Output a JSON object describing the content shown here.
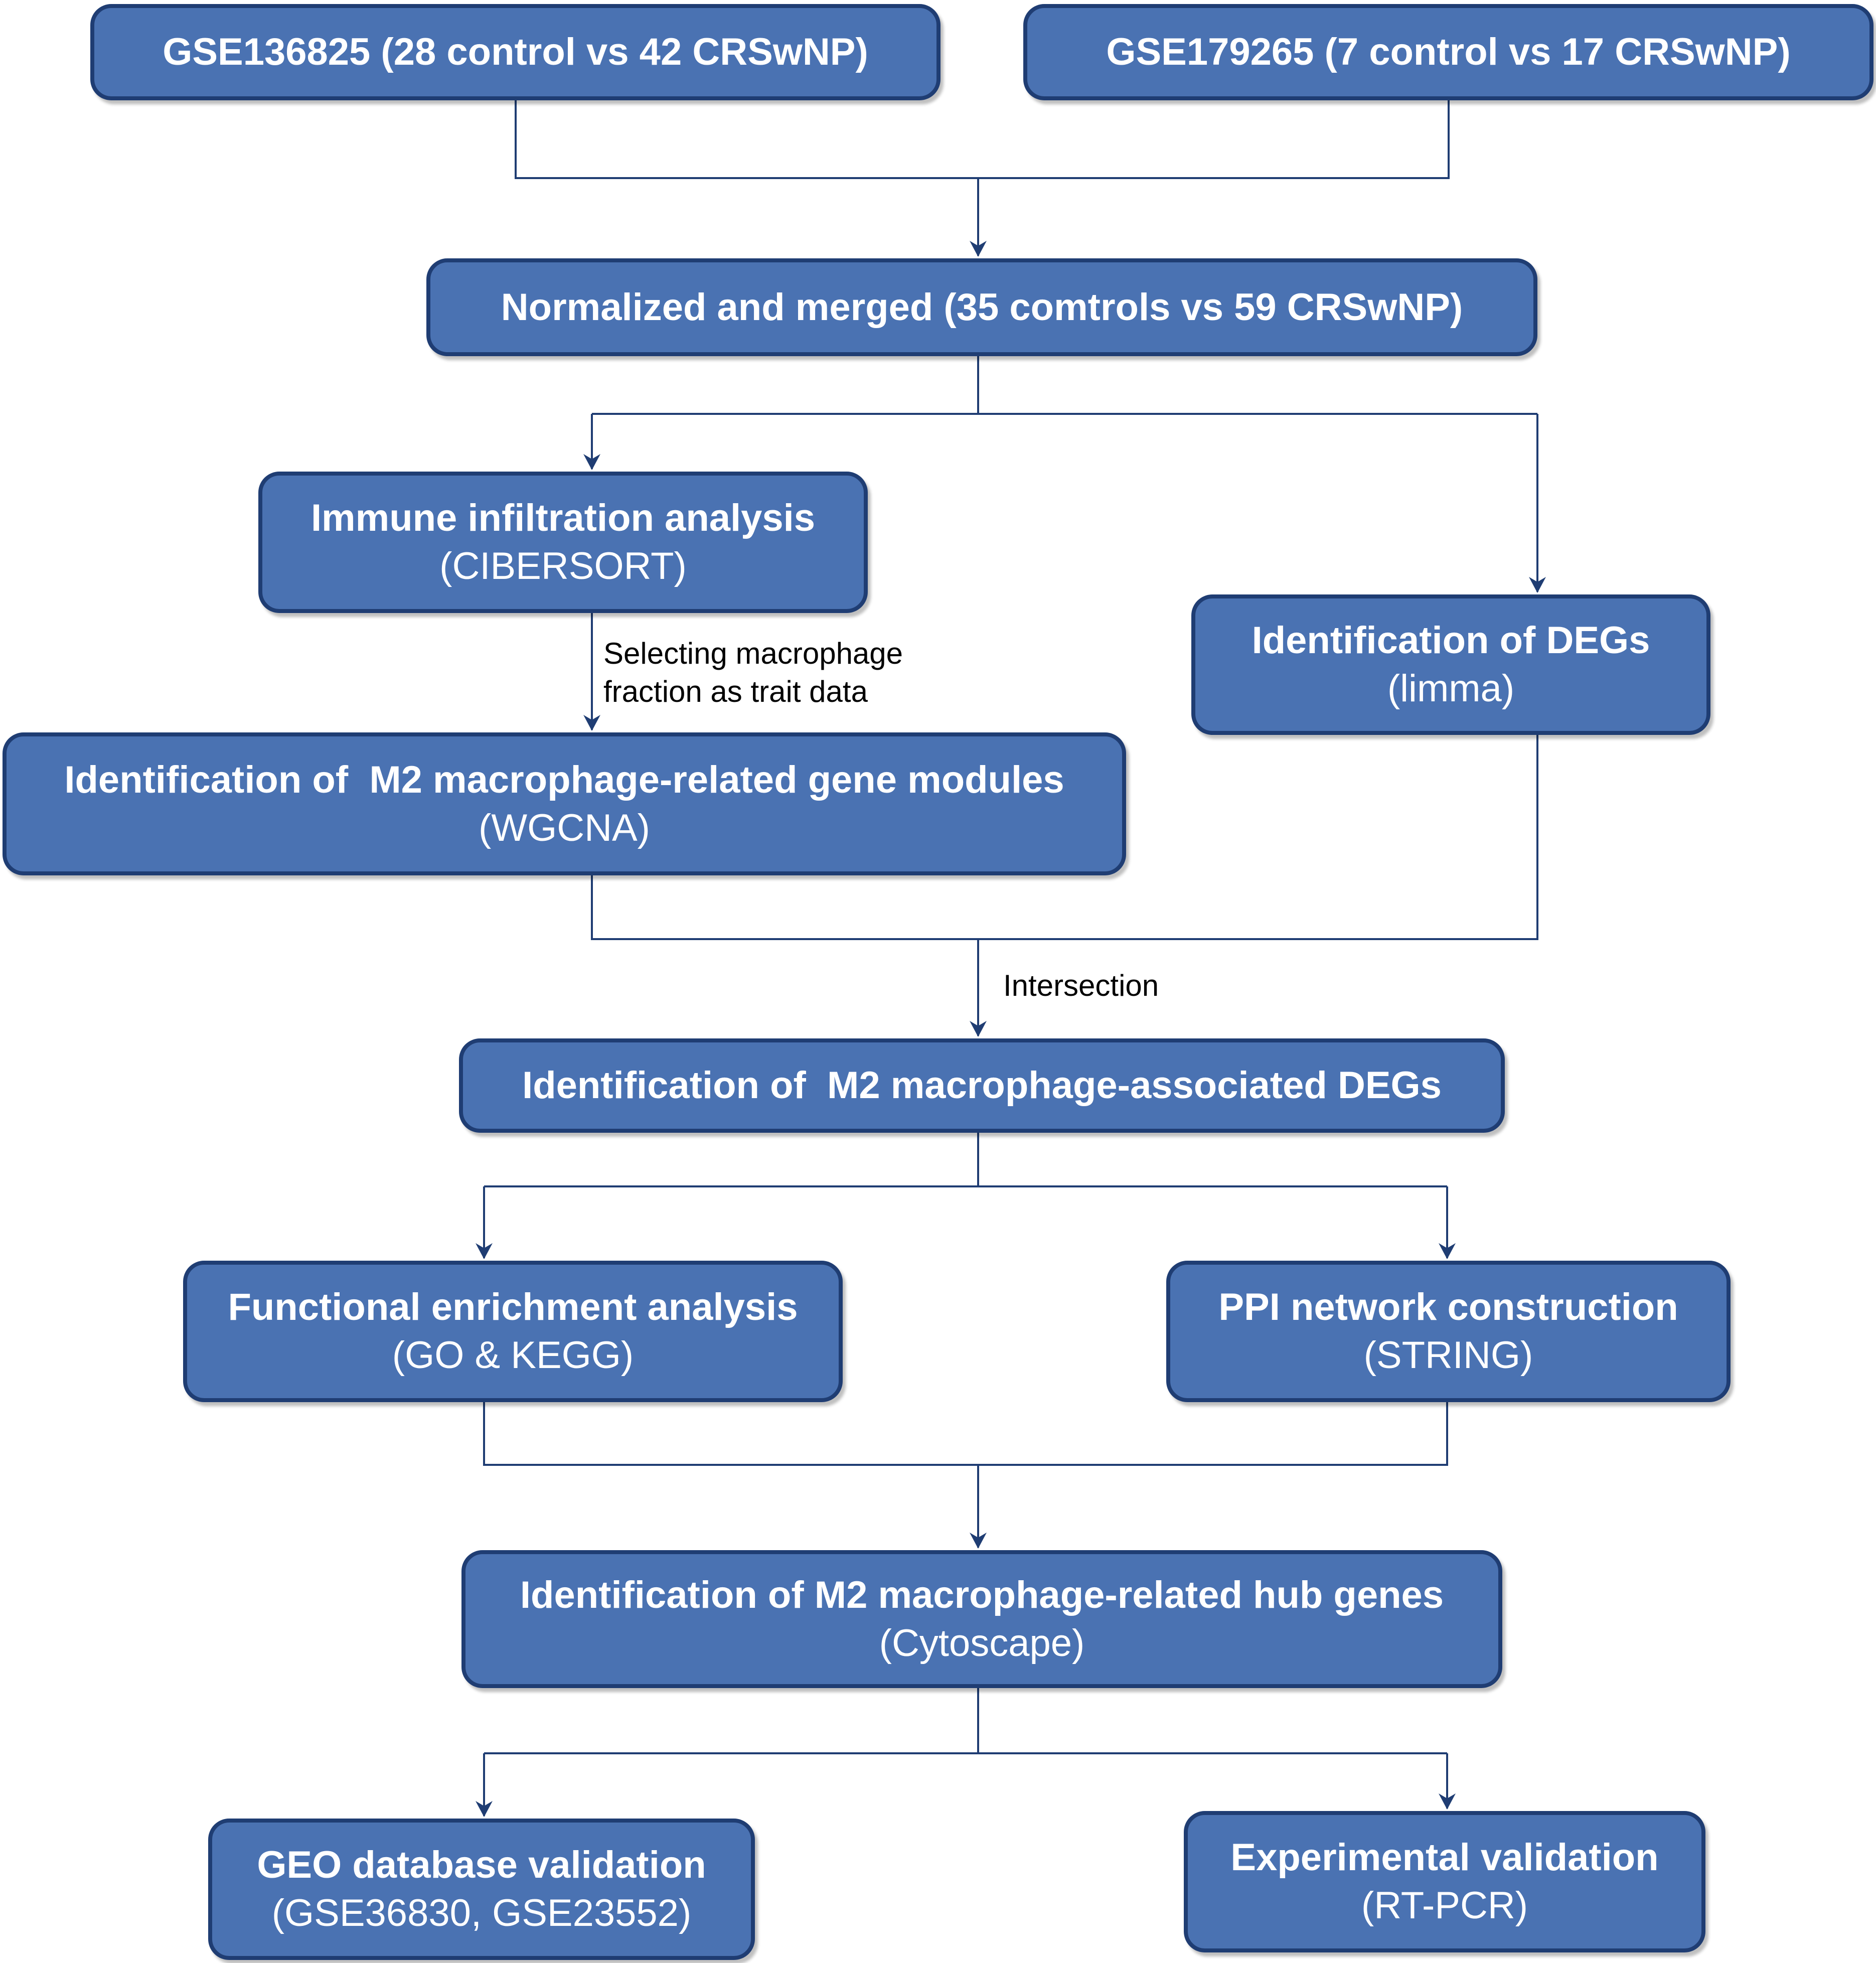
{
  "nodes": {
    "gse136825": {
      "title": "GSE136825 (28 control vs 42 CRSwNP)"
    },
    "gse179265": {
      "title": "GSE179265 (7 control vs 17 CRSwNP)"
    },
    "merged": {
      "title": "Normalized and merged (35 comtrols vs 59 CRSwNP)"
    },
    "immune": {
      "title": "Immune infiltration analysis",
      "sub": "(CIBERSORT)"
    },
    "degs": {
      "title": "Identification of DEGs",
      "sub": "(limma)"
    },
    "wgcna": {
      "title": "Identification of  M2 macrophage-related gene modules",
      "sub": "(WGCNA)"
    },
    "m2_degs": {
      "title": "Identification of  M2 macrophage-associated DEGs"
    },
    "enrichment": {
      "title": "Functional enrichment analysis",
      "sub": "(GO & KEGG)"
    },
    "ppi": {
      "title": "PPI network construction",
      "sub": "(STRING)"
    },
    "hub": {
      "title": "Identification of M2 macrophage-related hub genes",
      "sub": "(Cytoscape)"
    },
    "geo_validation": {
      "title": "GEO database validation",
      "sub": "(GSE36830, GSE23552)"
    },
    "exp_validation": {
      "title": "Experimental validation",
      "sub": "(RT-PCR)"
    }
  },
  "notes": {
    "selecting": "Selecting macrophage\nfraction as trait data",
    "intersection": "Intersection"
  },
  "colors": {
    "box_fill": "#4a72b2",
    "box_border": "#1f3d73",
    "connector": "#1f3d73",
    "text": "#ffffff"
  }
}
